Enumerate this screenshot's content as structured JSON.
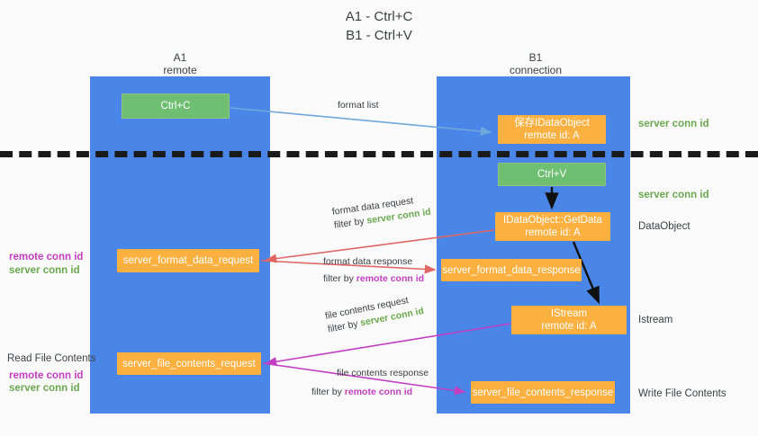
{
  "title": {
    "line1": "A1 - Ctrl+C",
    "line2": "B1 - Ctrl+V"
  },
  "lanes": [
    {
      "name": "A1",
      "subtitle": "remote"
    },
    {
      "name": "B1",
      "subtitle": "connection"
    }
  ],
  "boxes": {
    "ctrl_c": "Ctrl+C",
    "save_dataobject_line1": "保存IDataObject",
    "save_dataobject_line2": "remote id: A",
    "ctrl_v": "Ctrl+V",
    "getdata_line1": "IDataObject::GetData",
    "getdata_line2": "remote id: A",
    "format_data_request": "server_format_data_request",
    "format_data_response": "server_format_data_response",
    "istream_line1": "IStream",
    "istream_line2": "remote id: A",
    "file_contents_request": "server_file_contents_request",
    "file_contents_response": "server_file_contents_response"
  },
  "edges": {
    "format_list": "format list",
    "format_data_request": "format data request",
    "format_data_request_filter_prefix": "filter by ",
    "format_data_request_filter_key": "server conn id",
    "format_data_response": "format data response",
    "format_data_response_filter_prefix": "filter by ",
    "format_data_response_filter_key": "remote conn id",
    "file_contents_request": "file contents request",
    "file_contents_request_filter_prefix": "filter by ",
    "file_contents_request_filter_key": "server conn id",
    "file_contents_response": "file contents response",
    "file_contents_response_filter_prefix": "filter by ",
    "file_contents_response_filter_key": "remote conn id"
  },
  "side_labels": {
    "right_server_conn_id_top": "server conn id",
    "right_server_conn_id_mid": "server conn id",
    "right_dataobject": "DataObject",
    "right_istream": "Istream",
    "right_write_file_contents": "Write File Contents",
    "left_remote_conn_id_mid": "remote conn id",
    "left_server_conn_id_mid": "server conn id",
    "left_read_file_contents": "Read File Contents",
    "left_remote_conn_id_bottom": "remote conn id",
    "left_server_conn_id_bottom": "server conn id"
  },
  "colors": {
    "lane": "#4a86e8",
    "green_box": "#6fbf73",
    "orange_box": "#fbb040",
    "server_conn": "#6aa84f",
    "remote_conn": "#c13ec1",
    "arrow_blue": "#6fa8dc",
    "arrow_red": "#e06666",
    "arrow_magenta": "#c13ec1",
    "arrow_black": "#111111",
    "divider": "#1a1a1a"
  }
}
